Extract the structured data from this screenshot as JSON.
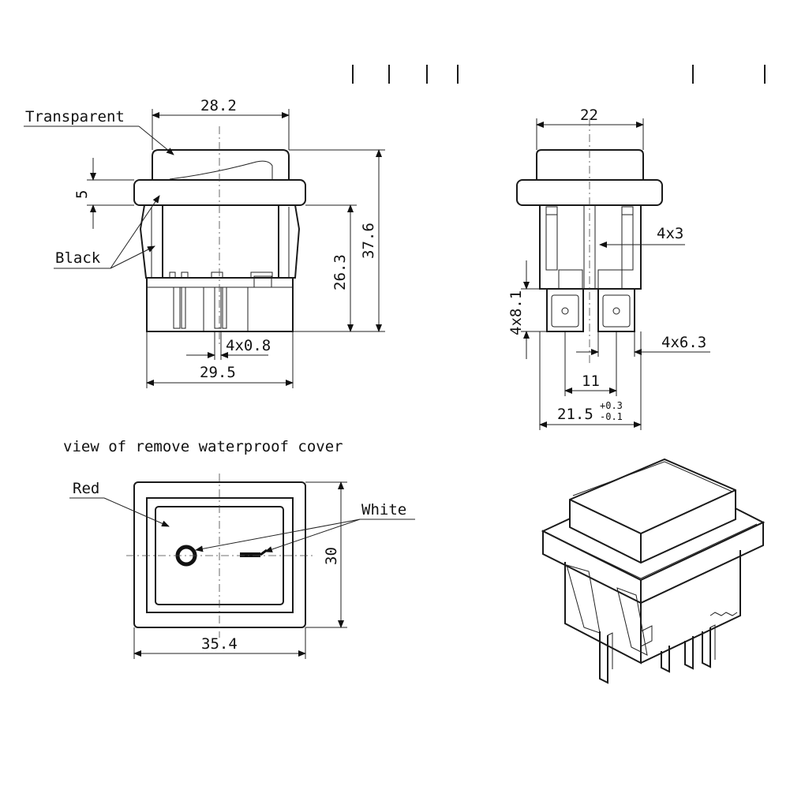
{
  "labels": {
    "transparent": "Transparent",
    "black": "Black",
    "red": "Red",
    "white": "White",
    "view_caption": "view of remove waterproof cover"
  },
  "dimensions": {
    "front_top_width": "28.2",
    "front_cap_height": "5",
    "front_body_height": "26.3",
    "front_total_height": "37.6",
    "front_pin_thickness": "4x0.8",
    "front_bottom_width": "29.5",
    "side_top_width": "22",
    "side_pin_width": "4x3",
    "side_terminal_height": "4x8.1",
    "side_terminal_width": "4x6.3",
    "side_pin_pitch": "11",
    "side_base_width": "21.5",
    "side_tol_upper": "+0.3",
    "side_tol_lower": "-0.1",
    "top_height": "30",
    "top_width": "35.4"
  },
  "colors": {
    "line": "#1a1a1a",
    "background": "#ffffff"
  }
}
